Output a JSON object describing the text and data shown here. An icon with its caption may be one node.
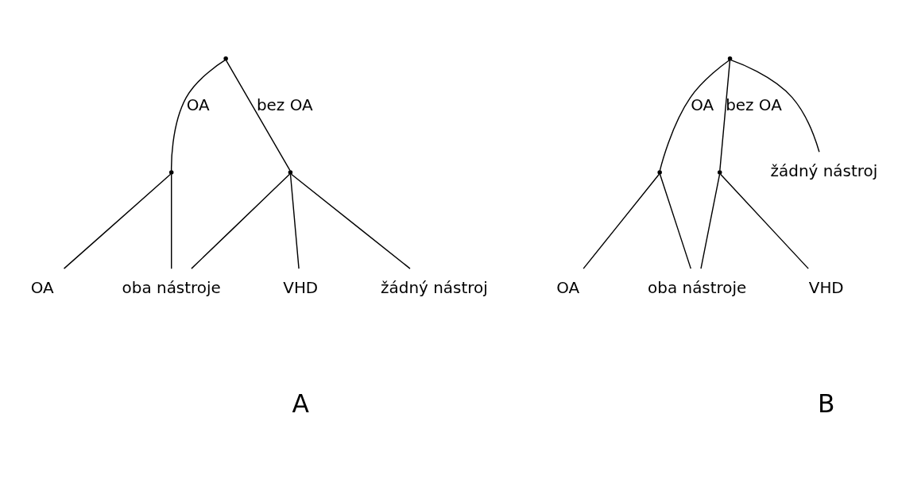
{
  "diagram": {
    "nodes": [
      {
        "text": [],
        "shape": "point"
      },
      {
        "text": [],
        "shape": "point"
      },
      {
        "text": [],
        "shape": "point"
      },
      {
        "text": [
          "OA"
        ]
      },
      {
        "text": [
          "oba nástroje"
        ]
      },
      {
        "text": [
          "VHD"
        ]
      },
      {
        "text": [
          "žádný nástroj"
        ]
      },
      {
        "text": [],
        "shape": "point"
      },
      {
        "text": [],
        "shape": "point"
      },
      {
        "text": [],
        "shape": "point"
      },
      {
        "text": [
          "OA"
        ]
      },
      {
        "text": [
          "oba nástroje"
        ]
      },
      {
        "text": [
          "VHD"
        ]
      },
      {
        "text": [
          "žádný nástroj"
        ]
      }
    ],
    "edges": [
      {
        "from": 0,
        "to": 1,
        "arrow": "none",
        "label": "OA"
      },
      {
        "from": 0,
        "to": 2,
        "arrow": "none",
        "label": "bez OA"
      },
      {
        "from": 1,
        "to": 3,
        "arrow": "none"
      },
      {
        "from": 1,
        "to": 4,
        "arrow": "none"
      },
      {
        "from": 2,
        "to": 4,
        "arrow": "none"
      },
      {
        "from": 2,
        "to": 5,
        "arrow": "none"
      },
      {
        "from": 2,
        "to": 6,
        "arrow": "none"
      },
      {
        "from": 7,
        "to": 8,
        "arrow": "none",
        "label": "OA"
      },
      {
        "from": 7,
        "to": 9,
        "arrow": "none",
        "label": "bez OA"
      },
      {
        "from": 7,
        "to": 13,
        "arrow": "none"
      },
      {
        "from": 8,
        "to": 10,
        "arrow": "none"
      },
      {
        "from": 8,
        "to": 11,
        "arrow": "none"
      },
      {
        "from": 9,
        "to": 11,
        "arrow": "none"
      },
      {
        "from": 9,
        "to": 12,
        "arrow": "none"
      }
    ],
    "labels": [
      "A",
      "B"
    ]
  }
}
